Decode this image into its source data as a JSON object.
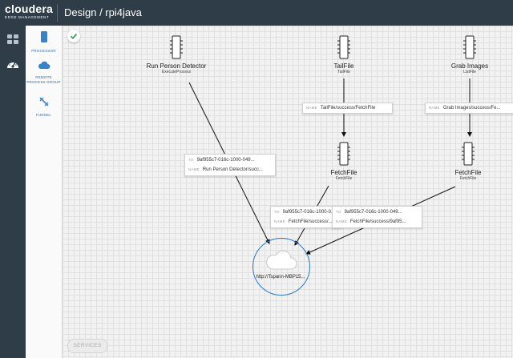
{
  "header": {
    "logo": "cloudera",
    "logo_sub": "EDGE MANAGEMENT",
    "title": "Design / rpi4java"
  },
  "left_nav": {
    "icons": [
      "dashboard-grid-icon",
      "gauge-icon"
    ]
  },
  "palette": {
    "items": [
      {
        "label": "PROCESSOR",
        "icon": "processor-icon"
      },
      {
        "label": "REMOTE PROCESS GROUP",
        "icon": "cloud-icon"
      },
      {
        "label": "FUNNEL",
        "icon": "funnel-icon"
      }
    ]
  },
  "canvas": {
    "status_icon": "check-icon",
    "processors": [
      {
        "name": "Run Person Detector",
        "type": "ExecuteProcess"
      },
      {
        "name": "TailFile",
        "type": "TailFile"
      },
      {
        "name": "Grab Images",
        "type": "ListFile"
      },
      {
        "name": "FetchFile",
        "type": "FetchFile"
      },
      {
        "name": "FetchFile",
        "type": "FetchFile"
      }
    ],
    "connections": [
      {
        "to": "",
        "name": "TailFile/success/FetchFile"
      },
      {
        "to": "",
        "name": "Grab Images/success/Fe..."
      },
      {
        "to": "9af955c7-016c-1000-049...",
        "name": "Run Person Detector/succ..."
      },
      {
        "to": "9af955c7-016c-1000-0...",
        "name": "FetchFile/success/..."
      },
      {
        "to": "9af955c7-016c-1000-049...",
        "name": "FetchFile/success/9af95..."
      }
    ],
    "connection_keys": {
      "to": "TO",
      "name": "NAME"
    },
    "remote_process_group": {
      "url": "http://Tspann-MBP15..."
    }
  },
  "footer": {
    "services_label": "SERVICES"
  },
  "colors": {
    "nav_bg": "#2e3d47",
    "accent": "#2b7bc1",
    "success": "#3aa35a"
  }
}
